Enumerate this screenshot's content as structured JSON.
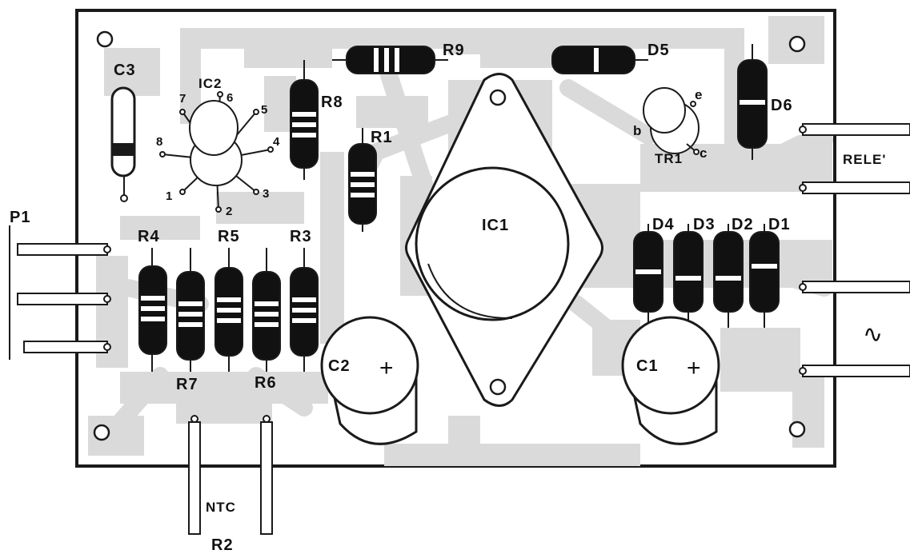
{
  "labels": {
    "c3": "C3",
    "ic2": "IC2",
    "pin1": "1",
    "pin2": "2",
    "pin3": "3",
    "pin4": "4",
    "pin5": "5",
    "pin6": "6",
    "pin7": "7",
    "pin8": "8",
    "r8": "R8",
    "r9": "R9",
    "r1": "R1",
    "d5": "D5",
    "d6": "D6",
    "tr1": "TR1",
    "tr1_b": "b",
    "tr1_e": "e",
    "tr1_c": "c",
    "rele": "RELE'",
    "p1": "P1",
    "r4": "R4",
    "r5": "R5",
    "r3": "R3",
    "r7": "R7",
    "r6": "R6",
    "ic1": "IC1",
    "d4": "D4",
    "d3": "D3",
    "d2": "D2",
    "d1": "D1",
    "c2": "C2",
    "c1": "C1",
    "plus": "+",
    "ac_symbol": "∿",
    "ntc": "NTC",
    "r2": "R2"
  }
}
